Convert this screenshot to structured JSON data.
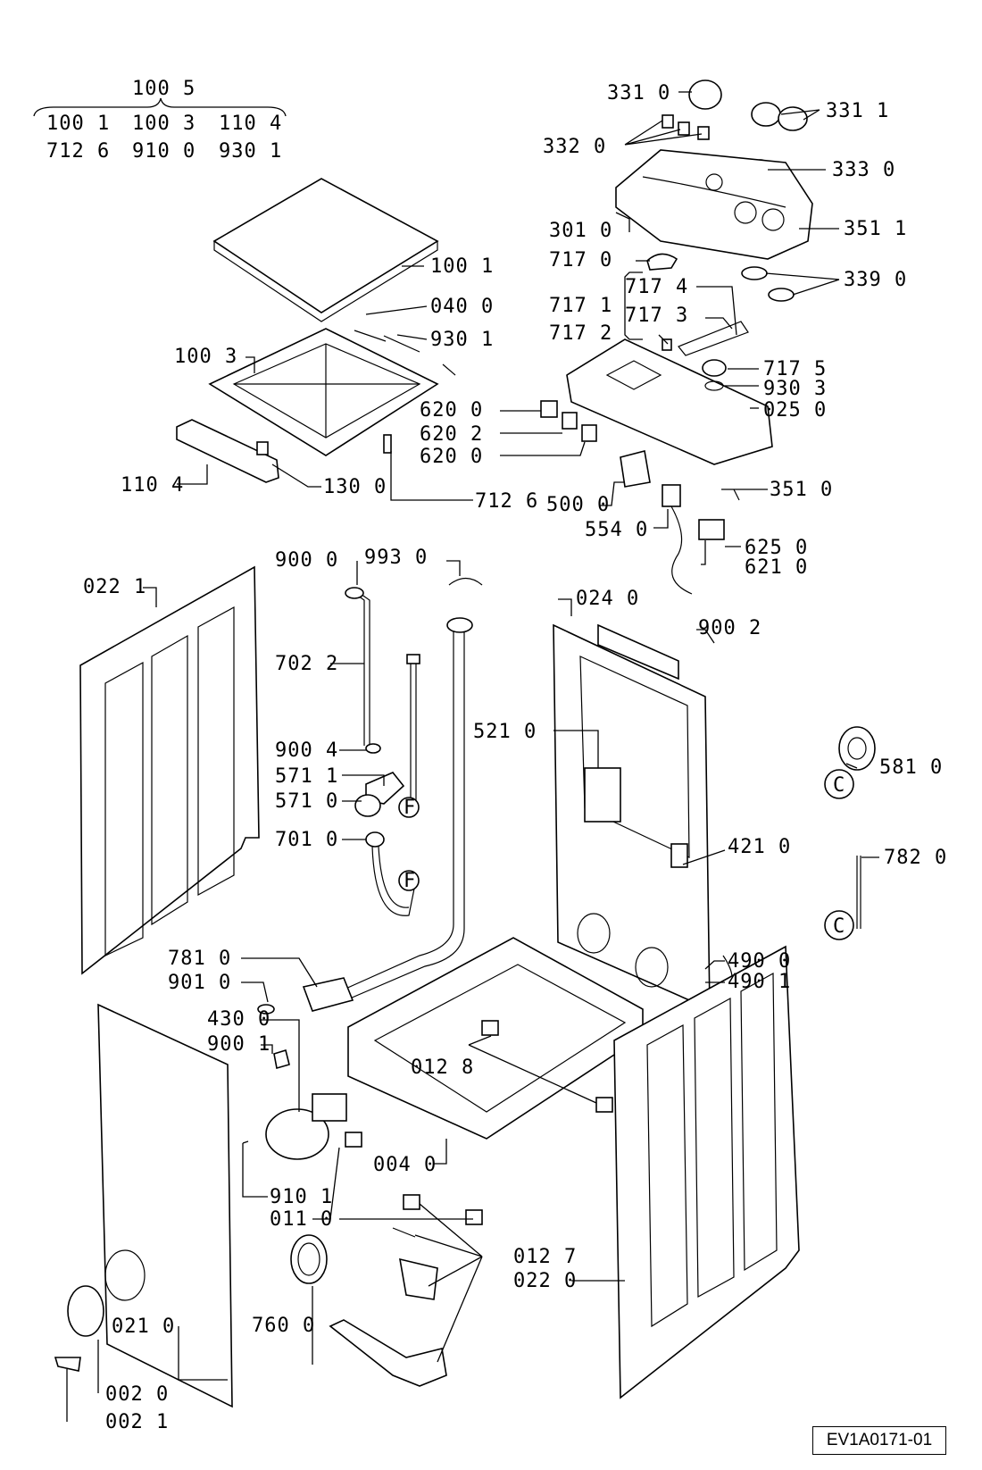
{
  "header": {
    "group_label": "100 5",
    "row1": [
      "100 1",
      "100 3",
      "110 4"
    ],
    "row2": [
      "712 6",
      "910 0",
      "930 1"
    ]
  },
  "labels": {
    "p3310": "331 0",
    "p3311": "331 1",
    "p3320": "332 0",
    "p3330": "333 0",
    "p3010": "301 0",
    "p3511": "351 1",
    "p7170": "717 0",
    "p3390": "339 0",
    "p7171": "717 1",
    "p7174": "717 4",
    "p7173": "717 3",
    "p7172": "717 2",
    "p7175": "717 5",
    "p9303": "930 3",
    "p0250": "025 0",
    "p1001": "100 1",
    "p0400": "040 0",
    "p9301": "930 1",
    "p1003": "100 3",
    "p6200a": "620 0",
    "p6202": "620 2",
    "p6200b": "620 0",
    "p1104": "110 4",
    "p1300": "130 0",
    "p7126": "712 6",
    "p5000": "500 0",
    "p3510": "351 0",
    "p5540": "554 0",
    "p6250": "625 0",
    "p6210": "621 0",
    "p9000": "900 0",
    "p9930": "993 0",
    "p0221": "022 1",
    "p0240": "024 0",
    "p9002": "900 2",
    "p7022": "702 2",
    "p5210": "521 0",
    "p5810": "581 0",
    "p9004": "900 4",
    "p5711": "571 1",
    "p5710": "571 0",
    "p7010": "701 0",
    "p4210": "421 0",
    "p7820": "782 0",
    "p7810": "781 0",
    "p4900": "490 0",
    "p9010": "901 0",
    "p4901": "490 1",
    "p4300": "430 0",
    "p9001": "900 1",
    "p0128": "012 8",
    "p0040": "004 0",
    "p9101": "910 1",
    "p0110": "011 0",
    "p0127": "012 7",
    "p0220": "022 0",
    "p0210": "021 0",
    "p7600": "760 0",
    "p0020": "002 0",
    "p0021": "002 1"
  },
  "connectors": {
    "f": "F",
    "c": "C"
  },
  "reference_code": "EV1A0171-01"
}
